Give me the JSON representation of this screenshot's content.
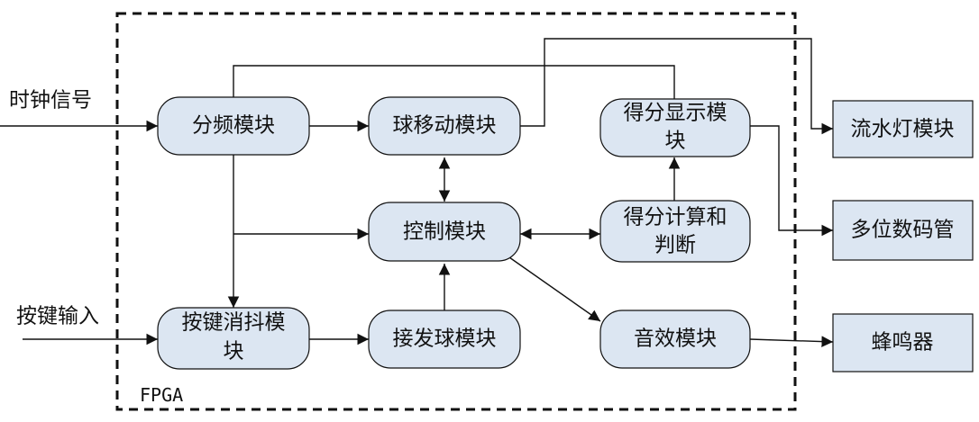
{
  "diagram": {
    "fpga_label": "FPGA",
    "inputs": {
      "clock": "时钟信号",
      "key": "按键输入"
    },
    "modules": {
      "divider": "分频模块",
      "ball_move": "球移动模块",
      "score_display_line1": "得分显示模",
      "score_display_line2": "块",
      "control": "控制模块",
      "score_calc_line1": "得分计算和",
      "score_calc_line2": "判断",
      "debounce_line1": "按键消抖模",
      "debounce_line2": "块",
      "serve": "接发球模块",
      "sound": "音效模块"
    },
    "outputs": {
      "flow_light": "流水灯模块",
      "segment_display": "多位数码管",
      "buzzer": "蜂鸣器"
    }
  }
}
